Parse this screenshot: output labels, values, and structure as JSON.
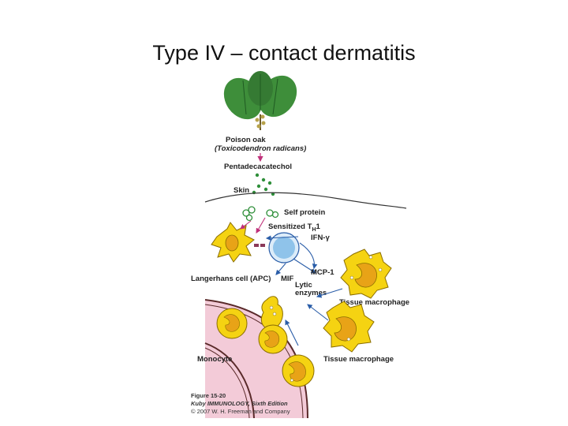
{
  "slide": {
    "title": "Type IV – contact dermatitis"
  },
  "figure": {
    "labels": {
      "plant_common": "Poison oak",
      "plant_latin": "(Toxicodendron radicans)",
      "hapten": "Pentadecacatechol",
      "skin": "Skin",
      "self_protein": "Self protein",
      "th1_prefix": "Sensitized T",
      "th1_sub": "H",
      "th1_suffix": "1",
      "ifn": "IFN-γ",
      "mcp": "MCP-1",
      "langerhans": "Langerhans cell (APC)",
      "mif": "MIF",
      "lytic_1": "Lytic",
      "lytic_2": "enzymes",
      "tissue_macrophage_1": "Tissue macrophage",
      "monocyte": "Monocyte",
      "tissue_macrophage_2": "Tissue macrophage"
    },
    "caption": {
      "figure_no": "Figure 15-20",
      "book": "Kuby IMMUNOLOGY, Sixth Edition",
      "copyright": "© 2007 W. H. Freeman and Company"
    },
    "colors": {
      "cell_yellow": "#f5d312",
      "cell_outline": "#8a6d00",
      "nucleus_orange": "#e8a317",
      "t_cell_blue": "#8fc3ea",
      "vessel_pink": "#f3cbd8",
      "vessel_wall": "#5a2a2a",
      "arrow_blue": "#2a5da8",
      "arrow_magenta": "#c0307a",
      "hapten_green": "#2f8f3a",
      "leaf_green": "#3e8e3a"
    }
  }
}
